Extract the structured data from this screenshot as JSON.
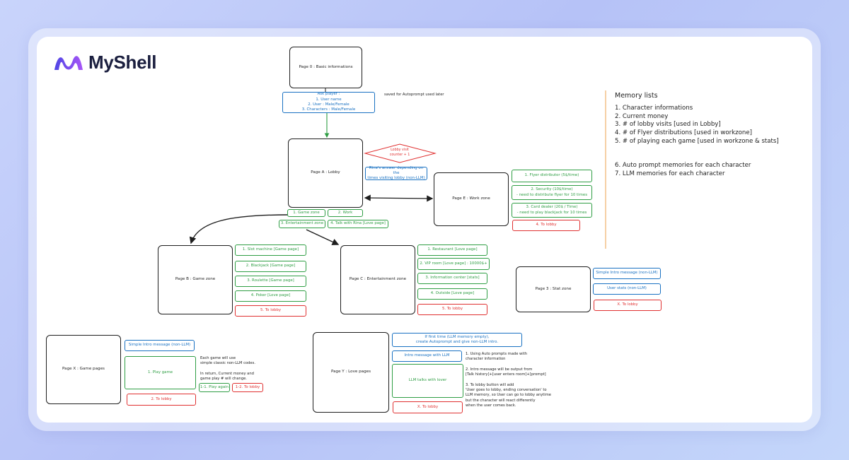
{
  "brand": {
    "name": "MyShell",
    "icon": "myshell-wave-logo"
  },
  "diagram": {
    "pages": {
      "basic": "Page 0 : Basic informations",
      "lobby": "Page A : Lobby",
      "work": "Page E : Work zone",
      "game": "Page B : Game zone",
      "ent": "Page C : Entertainment zone",
      "stat": "Page 3 : Stat zone",
      "gamepages": "Page X : Game pages",
      "love": "Page Y : Love pages"
    },
    "ask": "Ask player :\n1. User name\n2. User : Male/Female\n3. Characters : Male/Female",
    "saved_note": "saved for Autoprompt used later",
    "lobby_counter": "Lobby visit\ncounter + 1",
    "rina_answer": "Rina's answer depending on the\ntimes visiting lobby (non-LLM)",
    "lobby_buttons": [
      "1. Game zone",
      "2. Work",
      "3. Entertainment zone",
      "4. Talk with Rina [Love page]"
    ],
    "work_items": [
      "1. Flyer distributor (5$/time)",
      "2. Security (10$/time)\n- need to distribute flyer for 10 times",
      "3. Card dealer (20$ / Time)\n- need to play blackjack for 10 times"
    ],
    "work_back": "4. To lobby",
    "game_items": [
      "1. Slot machine [Game page]",
      "2. Blackjack [Game page]",
      "3. Roulette [Game page]",
      "4. Poker [Love page]"
    ],
    "game_back": "5. To lobby",
    "ent_items": [
      "1. Restaurant [Love page]",
      "2. VIP room [Love page] : 10000$+",
      "3. Information center [stats]",
      "4. Outside [Love page]"
    ],
    "ent_back": "5. To lobby",
    "stat_items": [
      "Simple Intro message (non-LLM)",
      "User stats (non-LLM)"
    ],
    "stat_back": "X. To lobby",
    "gp": {
      "intro": "Simple Intro message (non-LLM)",
      "play": "1. Play game",
      "again": "1-1. Play again",
      "tolobby_small": "1-2. To lobby",
      "back": "2. To lobby",
      "note": "Each game will use\nsimple classic non-LLM codes.\n\nIn return, Current money and\ngame play # will change."
    },
    "lp": {
      "first": "If first time (LLM memory empty),\ncreate Autoprompt and give non-LLM intro.",
      "intro": "Intro message with LLM",
      "talk": "LLM talks with lover",
      "back": "X. To lobby",
      "note": "1. Using Auto prompts made with\ncharacter information\n\n2. Intro message will be output from\n[Talk history]+[user enters room]+[prompt]\n\n3. To lobby button will add\n'User goes to lobby, ending conversation' to\nLLM memory, so User can go to lobby anytime\nbut the character will react differently\nwhen the user comes back."
    }
  },
  "memory": {
    "title": "Memory lists",
    "items": [
      "1. Character informations",
      "2. Current money",
      "3. # of lobby visits [used in Lobby]",
      "4. # of Flyer distributions [used in workzone]",
      "5. # of playing each game [used in workzone & stats]",
      "6. Auto prompt memories for each character",
      "7. LLM memories for each character"
    ]
  },
  "colors": {
    "green": "#2f9e44",
    "blue": "#1971c2",
    "red": "#e03131",
    "ink": "#1e1e1e",
    "divider": "#f0b16a"
  }
}
